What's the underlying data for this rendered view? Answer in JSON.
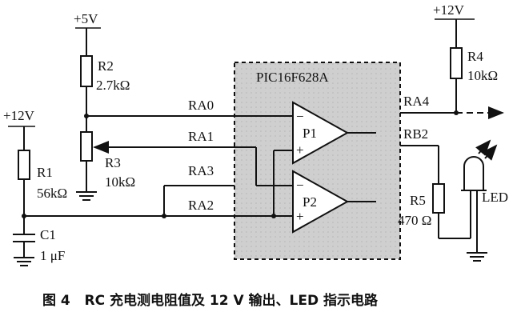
{
  "chip": {
    "name": "PIC16F628A",
    "color": "#cfcfcf"
  },
  "supplies": {
    "vcc5": "+5V",
    "vcc12_left": "+12V",
    "vcc12_right": "+12V"
  },
  "components": {
    "r1": {
      "name": "R1",
      "value": "56kΩ"
    },
    "r2": {
      "name": "R2",
      "value": "2.7kΩ"
    },
    "r3": {
      "name": "R3",
      "value": "10kΩ"
    },
    "r4": {
      "name": "R4",
      "value": "10kΩ"
    },
    "r5": {
      "name": "R5",
      "value": "470 Ω"
    },
    "c1": {
      "name": "C1",
      "value": "1 μF"
    },
    "led": {
      "name": "LED"
    }
  },
  "pins": {
    "ra0": "RA0",
    "ra1": "RA1",
    "ra2": "RA2",
    "ra3": "RA3",
    "ra4": "RA4",
    "rb2": "RB2"
  },
  "comparators": {
    "p1": {
      "name": "P1",
      "minus": "−",
      "plus": "+"
    },
    "p2": {
      "name": "P2",
      "minus": "−",
      "plus": "+"
    }
  },
  "caption": "图 4   RC 充电测电阻值及 12 V 输出、LED 指示电路"
}
